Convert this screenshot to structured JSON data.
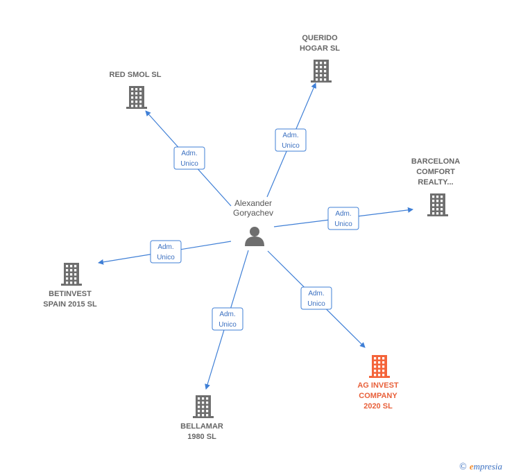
{
  "center": {
    "name_lines": [
      "Alexander",
      "Goryachev"
    ],
    "icon": "person-icon"
  },
  "role_label_lines": [
    "Adm.",
    "Unico"
  ],
  "colors": {
    "edge": "#3f7fd6",
    "company": "#6e6e6e",
    "highlight": "#f4643a"
  },
  "companies": [
    {
      "id": "querido-hogar",
      "lines": [
        "QUERIDO",
        "HOGAR  SL"
      ],
      "highlight": false
    },
    {
      "id": "red-smol",
      "lines": [
        "RED SMOL  SL"
      ],
      "highlight": false
    },
    {
      "id": "barcelona-comfort",
      "lines": [
        "BARCELONA",
        "COMFORT",
        "REALTY..."
      ],
      "highlight": false
    },
    {
      "id": "betinvest",
      "lines": [
        "BETINVEST",
        "SPAIN 2015  SL"
      ],
      "highlight": false
    },
    {
      "id": "ag-invest",
      "lines": [
        "AG INVEST",
        "COMPANY",
        "2020  SL"
      ],
      "highlight": true
    },
    {
      "id": "bellamar",
      "lines": [
        "BELLAMAR",
        "1980  SL"
      ],
      "highlight": false
    }
  ],
  "brand": {
    "copyright": "©",
    "name": "mpresia",
    "initial": "e"
  }
}
